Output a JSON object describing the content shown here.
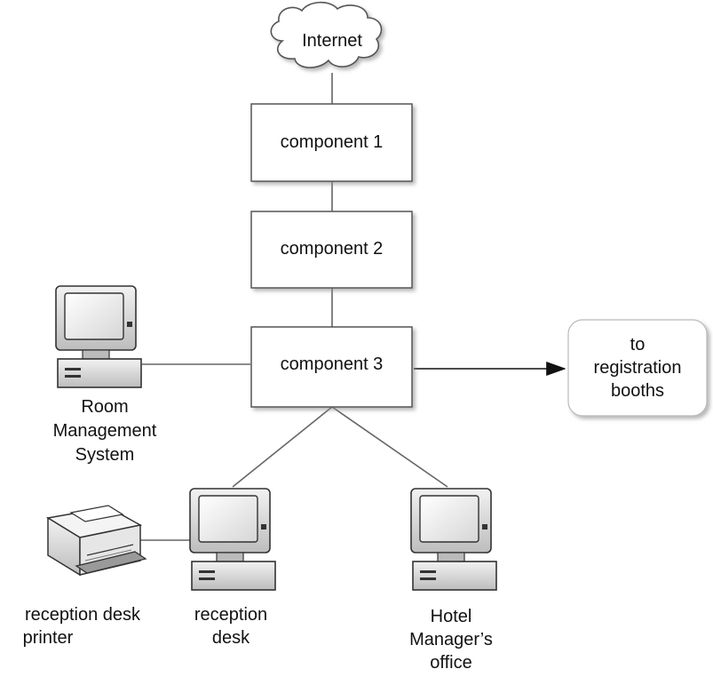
{
  "cloud": {
    "label": "Internet"
  },
  "components": [
    {
      "label": "component 1"
    },
    {
      "label": "component 2"
    },
    {
      "label": "component 3"
    }
  ],
  "destination": {
    "lines": [
      "to",
      "registration",
      "booths"
    ]
  },
  "devices": {
    "room_management": {
      "lines": [
        "Room",
        "Management",
        "System"
      ]
    },
    "reception_desk": {
      "lines": [
        "reception",
        "desk"
      ]
    },
    "hotel_manager": {
      "lines": [
        "Hotel",
        "Manager’s",
        "office"
      ]
    },
    "printer": {
      "lines": [
        "reception desk",
        "printer"
      ]
    }
  }
}
